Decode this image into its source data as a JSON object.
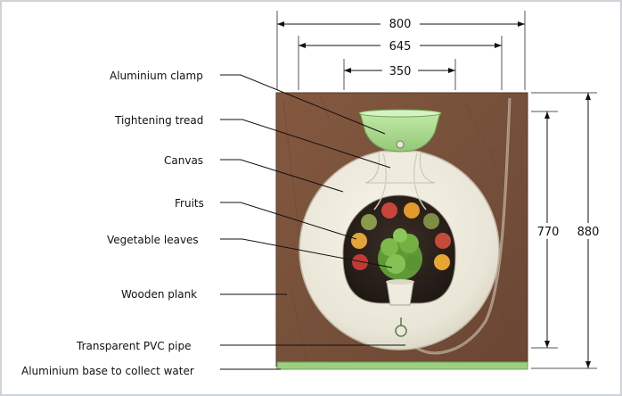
{
  "labels": {
    "clamp": "Aluminium clamp",
    "tread": "Tightening tread",
    "canvas": "Canvas",
    "fruits": "Fruits",
    "leaves": "Vegetable leaves",
    "plank": "Wooden plank",
    "pipe": "Transparent PVC pipe",
    "base": "Aluminium base to collect water"
  },
  "dimensions": {
    "total_width": "800",
    "inner_width": "645",
    "clamp_width": "350",
    "inner_height": "770",
    "total_height": "880"
  },
  "colors": {
    "wood": "#7a5038",
    "wood_dark": "#5e3c29",
    "canvas": "#ebe7d9",
    "clamp_green": "#a9d98a",
    "base_green": "#9ccf7f",
    "cavity": "#2a211c",
    "frame": "#d6d9de"
  }
}
